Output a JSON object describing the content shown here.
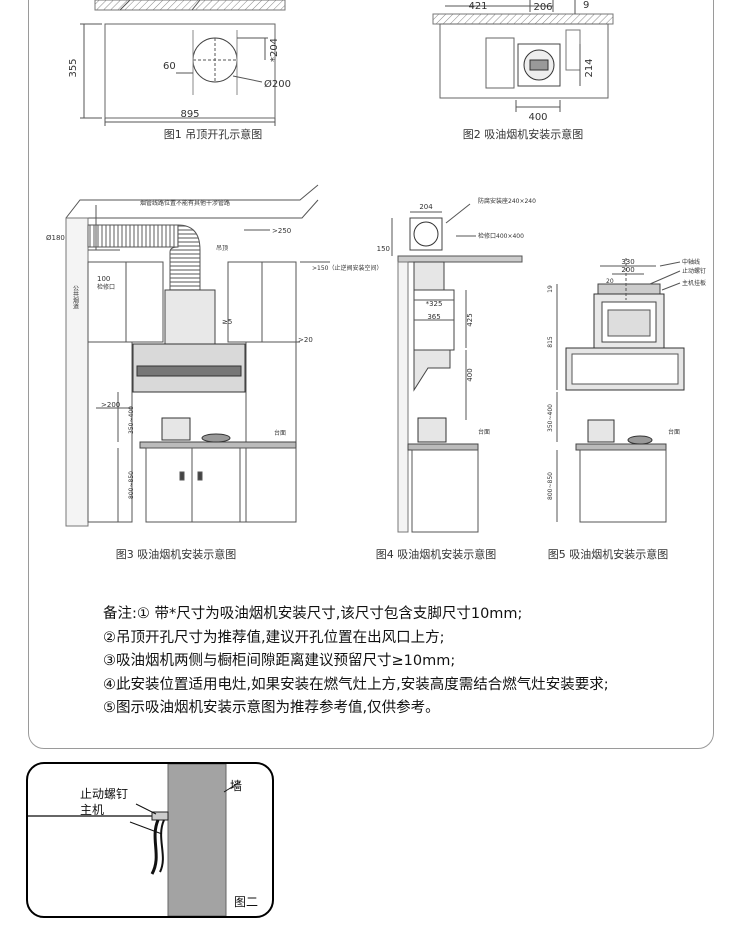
{
  "fig1": {
    "caption": "图1 吊顶开孔示意图",
    "dim_height": "355",
    "dim_width": "895",
    "dim_offset": "60",
    "dim_top": "*204",
    "dim_hole": "Ø200"
  },
  "fig2": {
    "caption": "图2 吸油烟机安装示意图",
    "dim_421": "421",
    "dim_206": "206",
    "dim_9": "9",
    "dim_214": "214",
    "dim_400": "400"
  },
  "fig3": {
    "caption": "图3 吸油烟机安装示意图",
    "note_top": "烟管线路位置不能有其他干涉管路",
    "dim_180": "Ø180",
    "label_ceiling": "吊顶",
    "dim_250": ">250",
    "dim_150": ">150（止逆阀安装空间）",
    "dim_100": "100",
    "label_access": "检修口",
    "dim_25": "≥5",
    "dim_20": ">20",
    "dim_200": ">200",
    "dim_350": "350~400",
    "dim_800": "800~850",
    "label_counter": "台面",
    "label_flue": "公共烟道"
  },
  "fig4": {
    "caption": "图4 吸油烟机安装示意图",
    "dim_204": "204",
    "label_fireproof": "防腐安装座240×240",
    "label_access": "检修口400×400",
    "dim_150": "150",
    "dim_325": "*325",
    "dim_365": "365",
    "dim_425": "425",
    "dim_400": "400",
    "label_counter": "台面"
  },
  "fig5": {
    "caption": "图5 吸油烟机安装示意图",
    "dim_330": "330",
    "dim_200": "200",
    "dim_20": "20",
    "label_center": "中轴线",
    "label_screw": "止动螺钉",
    "label_main": "主机挂板",
    "dim_19": "19",
    "dim_815": "815",
    "dim_350": "350~400",
    "dim_800": "800~850",
    "label_counter": "台面"
  },
  "notes": [
    "备注:① 带*尺寸为吸油烟机安装尺寸,该尺寸包含支脚尺寸10mm;",
    "②吊顶开孔尺寸为推荐值,建议开孔位置在出风口上方;",
    "③吸油烟机两侧与橱柜间隙距离建议预留尺寸≥10mm;",
    "④此安装位置适用电灶,如果安装在燃气灶上方,安装高度需结合燃气灶安装要求;",
    "⑤图示吸油烟机安装示意图为推荐参考值,仅供参考。"
  ],
  "detail": {
    "label_screw": "止动螺钉",
    "label_main": "主机",
    "label_wall": "墙",
    "caption": "图二"
  }
}
